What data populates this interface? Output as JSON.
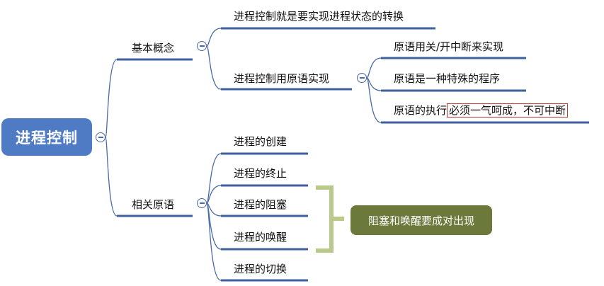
{
  "root": {
    "label": "进程控制"
  },
  "branches": [
    {
      "label": "基本概念",
      "children": [
        {
          "label": "进程控制就是要实现进程状态的转换"
        },
        {
          "label": "进程控制用原语实现",
          "children": [
            {
              "label": "原语用关/开中断来实现"
            },
            {
              "label": "原语是一种特殊的程序"
            },
            {
              "label_main": "原语的执行",
              "label_highlight": "必须一气呵成，不可中断"
            }
          ]
        }
      ]
    },
    {
      "label": "相关原语",
      "children": [
        {
          "label": "进程的创建"
        },
        {
          "label": "进程的终止"
        },
        {
          "label": "进程的阻塞"
        },
        {
          "label": "进程的唤醒"
        },
        {
          "label": "进程的切换"
        }
      ]
    }
  ],
  "summary": {
    "label": "阻塞和唤醒要成对出现"
  },
  "colors": {
    "root_fill": "#4f7bc4",
    "line": "#4a6aa5",
    "underline": "#3f5f9e",
    "bracket": "#b9c98a",
    "summary_fill": "#6b7a3a",
    "highlight_border": "#c0392b"
  }
}
